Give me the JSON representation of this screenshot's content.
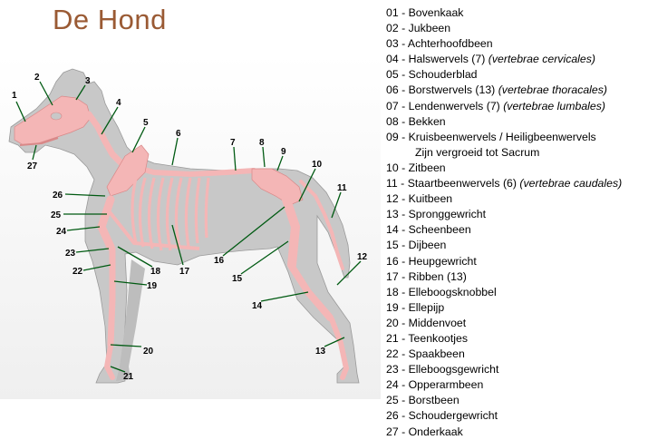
{
  "title": "De Hond",
  "legend": [
    {
      "text": "01 - Bovenkaak"
    },
    {
      "text": "02 - Jukbeen"
    },
    {
      "text": "03 - Achterhoofdbeen"
    },
    {
      "text": "04 - Halswervels (7)",
      "latin": "(vertebrae cervicales)"
    },
    {
      "text": "05 - Schouderblad"
    },
    {
      "text": "06 - Borstwervels (13)",
      "latin": "(vertebrae thoracales)"
    },
    {
      "text": "07 - Lendenwervels (7)",
      "latin": "(vertebrae lumbales)"
    },
    {
      "text": "08 - Bekken"
    },
    {
      "text": "09 - Kruisbeenwervels / Heiligbeenwervels",
      "sub": "Zijn vergroeid tot Sacrum"
    },
    {
      "text": "10 - Zitbeen"
    },
    {
      "text": "11 - Staartbeenwervels (6)",
      "latin": "(vertebrae caudales)"
    },
    {
      "text": "12 - Kuitbeen"
    },
    {
      "text": "13 - Spronggewricht"
    },
    {
      "text": "14 - Scheenbeen"
    },
    {
      "text": "15 - Dijbeen"
    },
    {
      "text": "16 - Heupgewricht"
    },
    {
      "text": "17 - Ribben (13)"
    },
    {
      "text": "18 - Elleboogsknobbel"
    },
    {
      "text": "19 - Ellepijp"
    },
    {
      "text": "20 - Middenvoet"
    },
    {
      "text": "21 - Teenkootjes"
    },
    {
      "text": "22 - Spaakbeen"
    },
    {
      "text": "23 - Elleboogsgewricht"
    },
    {
      "text": "24 - Opperarmbeen"
    },
    {
      "text": "25 - Borstbeen"
    },
    {
      "text": "26 - Schoudergewricht"
    },
    {
      "text": "27 - Onderkaak"
    }
  ],
  "figure_labels": [
    "1",
    "2",
    "3",
    "4",
    "5",
    "6",
    "7",
    "8",
    "9",
    "10",
    "11",
    "12",
    "13",
    "14",
    "15",
    "16",
    "17",
    "18",
    "19",
    "20",
    "21",
    "22",
    "23",
    "24",
    "25",
    "26",
    "27"
  ],
  "colors": {
    "title": "#9a5a34",
    "silhouette": "#c8c8c8",
    "bone": "#f4b6b6",
    "leader": "#005a12"
  }
}
